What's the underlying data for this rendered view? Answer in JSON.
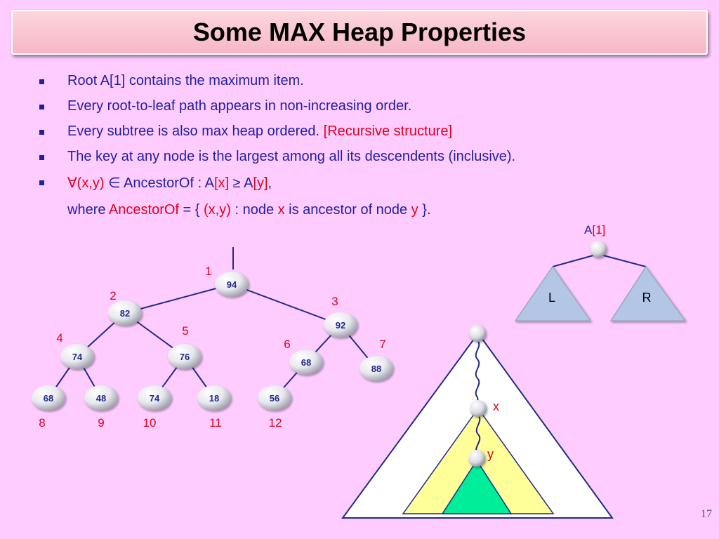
{
  "title": "Some MAX Heap Properties",
  "bullets": [
    {
      "parts": [
        {
          "text": "Root A[1] contains the maximum item.",
          "red": false
        }
      ]
    },
    {
      "parts": [
        {
          "text": "Every root-to-leaf path appears in non-increasing order.",
          "red": false
        }
      ]
    },
    {
      "parts": [
        {
          "text": "Every subtree is also max heap ordered. ",
          "red": false
        },
        {
          "text": "[Recursive structure]",
          "red": true
        }
      ]
    },
    {
      "parts": [
        {
          "text": "The key at any node is the largest among all its descendents (inclusive).",
          "red": false
        }
      ]
    },
    {
      "parts": [
        {
          "text": "∀(x,y)",
          "red": true
        },
        {
          "text": " ∈ AncestorOf :  A",
          "red": false
        },
        {
          "text": "[x]",
          "red": true
        },
        {
          "text": " ≥ A",
          "red": false
        },
        {
          "text": "[y]",
          "red": true
        },
        {
          "text": ",",
          "red": false
        }
      ]
    }
  ],
  "continuation": [
    {
      "text": "where ",
      "red": false
    },
    {
      "text": "AncestorOf",
      "red": true
    },
    {
      "text": " = { ",
      "red": false
    },
    {
      "text": "(x,y)",
      "red": true
    },
    {
      "text": " : node ",
      "red": false
    },
    {
      "text": "x",
      "red": true
    },
    {
      "text": " is ancestor of node ",
      "red": false
    },
    {
      "text": "y",
      "red": true
    },
    {
      "text": " }.",
      "red": false
    }
  ],
  "heap": {
    "nodes": [
      {
        "index": "1",
        "key": "94"
      },
      {
        "index": "2",
        "key": "82"
      },
      {
        "index": "3",
        "key": "92"
      },
      {
        "index": "4",
        "key": "74"
      },
      {
        "index": "5",
        "key": "76"
      },
      {
        "index": "6",
        "key": "68"
      },
      {
        "index": "7",
        "key": "88"
      },
      {
        "index": "8",
        "key": "68"
      },
      {
        "index": "9",
        "key": "48"
      },
      {
        "index": "10",
        "key": "74"
      },
      {
        "index": "11",
        "key": "18"
      },
      {
        "index": "12",
        "key": "56"
      }
    ]
  },
  "recursive_diagram": {
    "root_label_a": "A",
    "root_label_index": "[1]",
    "left_label": "L",
    "right_label": "R"
  },
  "ancestor_diagram": {
    "x_label": "x",
    "y_label": "y"
  },
  "colors": {
    "background": "#ffccff",
    "text_blue": "#1f1fa0",
    "accent_red": "#e0001b",
    "triangle_blue": "#b3c6e6",
    "subtree_yellow": "#ffff99",
    "subtree_green": "#00ee99"
  },
  "page_number": "17"
}
